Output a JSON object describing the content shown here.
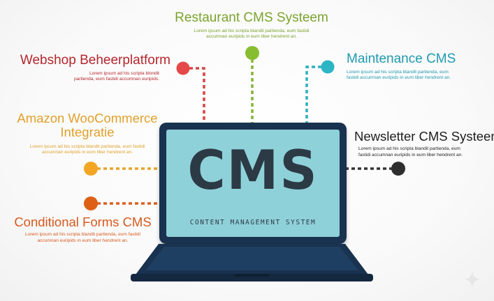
{
  "diagram": {
    "center": {
      "title": "CMS",
      "subtitle": "CONTENT MANAGEMENT SYSTEM",
      "screen_color": "#8fd1d9",
      "frame_color": "#18324f",
      "text_color": "#2c3a46"
    },
    "nodes": {
      "restaurant": {
        "title": "Restaurant CMS Systeem",
        "description": "Lorem ipsum ad his scripta blandit partienda, eum fastidi accumnan euripids in eum liber hendrent an.",
        "color": "#7ba32e"
      },
      "webshop": {
        "title": "Webshop Beheerplatform",
        "description": "Lorem ipsum ad his scripta blondit partienda, eum fastidi accumnan euripids.",
        "color": "#b5272d"
      },
      "maintenance": {
        "title": "Maintenance CMS",
        "description": "Lorem ipsum ad his scripta blandit partienda, eum fastidi accumnan euripids in eum liber hendrent an.",
        "color": "#1f9ab0"
      },
      "amazon": {
        "title_line1": "Amazon WooCommerce",
        "title_line2": "Integratie",
        "description": "Lorem ipsum ad his scripta blandit partienda, eum fastidi accumnan euripids in eum liber hendrent an.",
        "color": "#e0a02a"
      },
      "newsletter": {
        "title": "Newsletter CMS Systeem",
        "description": "Lorem ipsum ad his scripta blandit partienda, eum fastidi accumnan euripids in eum liber hendrent an.",
        "color": "#1e1e1e"
      },
      "conditional": {
        "title": "Conditional Forms CMS",
        "description": "Lorem ipsum ad his scripta blandit partienda, eum fastidi accumnan euripids in eum liber hendrent an.",
        "color": "#d65a1e"
      }
    },
    "sparkle_icon": "four-point-star-icon"
  }
}
